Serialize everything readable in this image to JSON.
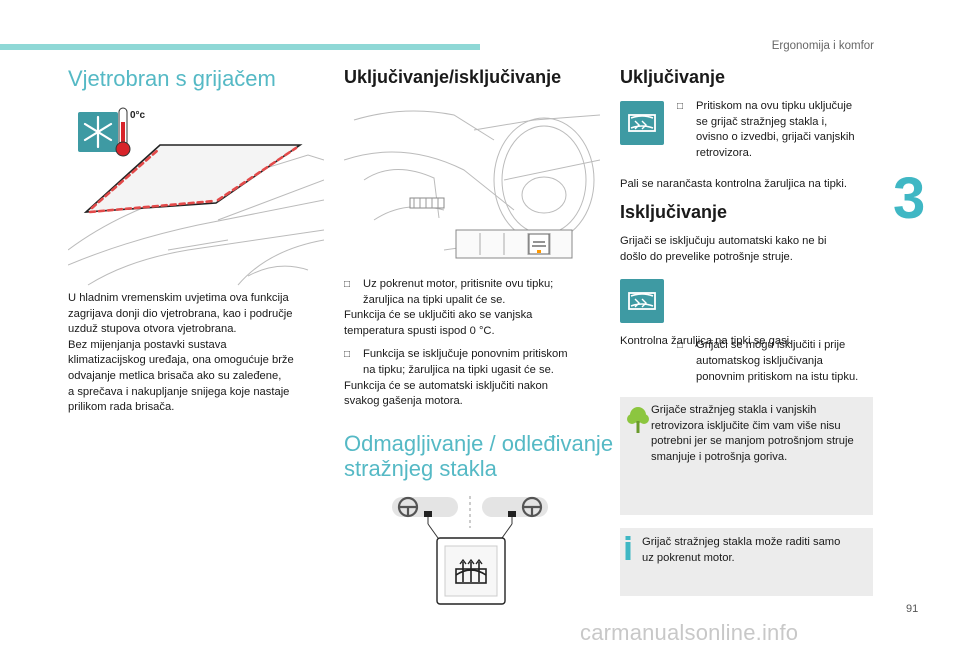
{
  "header": {
    "section": "Ergonomija i komfor",
    "chapter": "3",
    "page": "91"
  },
  "watermark": "carmanualsonline.info",
  "col1": {
    "title": "Vjetrobran s grijačem",
    "temp_label": "0°c",
    "paragraph": [
      "U hladnim vremenskim uvjetima ova funkcija",
      "zagrijava donji dio vjetrobrana, kao i područje",
      "uzduž stupova otvora vjetrobrana.",
      "Bez mijenjanja postavki sustava",
      "klimatizacijskog uređaja, ona omogućuje brže",
      "odvajanje metlica brisača ako su zaleđene,",
      "a sprečava i nakupljanje snijega koje nastaje",
      "prilikom rada brisača."
    ]
  },
  "col2": {
    "title": "Uključivanje/isključivanje",
    "bullet1": [
      "Uz pokrenut motor, pritisnite ovu tipku;",
      "žaruljica na tipki upalit će se."
    ],
    "after1": [
      "Funkcija će se uključiti ako se vanjska",
      "temperatura spusti ispod 0 °C."
    ],
    "bullet2": [
      "Funkcija se isključuje ponovnim pritiskom",
      "na tipku; žaruljica na tipki ugasit će se."
    ],
    "after2": [
      "Funkcija će se automatski isključiti nakon",
      "svakog gašenja motora."
    ],
    "title2": [
      "Odmagljivanje / odleđivanje",
      "stražnjeg stakla"
    ]
  },
  "col3": {
    "title_on": "Uključivanje",
    "bullet_on": [
      "Pritiskom na ovu tipku uključuje",
      "se grijač stražnjeg stakla i,",
      "ovisno o izvedbi, grijači vanjskih",
      "retrovizora."
    ],
    "para_on": "Pali se narančasta kontrolna žaruljica na tipki.",
    "title_off": "Isključivanje",
    "para_off": [
      "Grijači se isključuju automatski kako ne bi",
      "došlo do prevelike potrošnje struje."
    ],
    "bullet_off": [
      "Grijači se mogu isključiti i prije",
      "automatskog isključivanja",
      "ponovnim pritiskom na istu tipku."
    ],
    "para_off2": "Kontrolna žaruljica na tipki se gasi.",
    "note_eco": [
      "Grijače stražnjeg stakla i vanjskih",
      "retrovizora isključite čim vam više nisu",
      "potrebni jer se manjom potrošnjom struje",
      "smanjuje i potrošnja goriva."
    ],
    "note_info": [
      "Grijač stražnjeg stakla može raditi samo",
      "uz pokrenut motor."
    ]
  },
  "colors": {
    "accent": "#3fb7c4",
    "icon_tile": "#3e9aa3",
    "eco_green": "#8cc63f"
  }
}
